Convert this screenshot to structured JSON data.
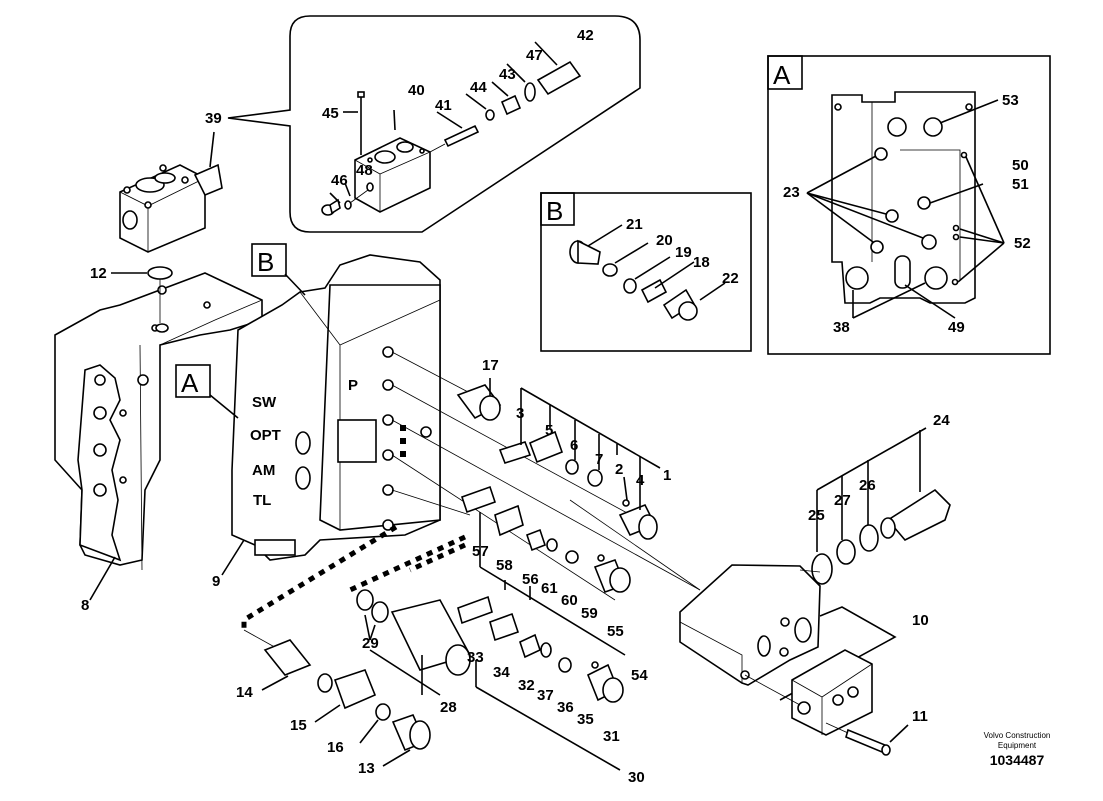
{
  "diagram": {
    "title": "Control valve exploded parts view",
    "detail_boxes": [
      {
        "id": "A",
        "letter": "A"
      },
      {
        "id": "B",
        "letter": "B"
      }
    ],
    "callout_letters": {
      "main_A": "A",
      "main_B": "B"
    },
    "port_markings": [
      "SW",
      "OPT",
      "AM",
      "TL",
      "P"
    ],
    "part_labels": {
      "p1": "1",
      "p2": "2",
      "p3": "3",
      "p4": "4",
      "p5": "5",
      "p6": "6",
      "p7": "7",
      "p8": "8",
      "p9": "9",
      "p10": "10",
      "p11": "11",
      "p12": "12",
      "p13": "13",
      "p14": "14",
      "p15": "15",
      "p16": "16",
      "p17": "17",
      "p18": "18",
      "p19": "19",
      "p20": "20",
      "p21": "21",
      "p22": "22",
      "p23": "23",
      "p24": "24",
      "p25": "25",
      "p26": "26",
      "p27": "27",
      "p28": "28",
      "p29": "29",
      "p30": "30",
      "p31": "31",
      "p32": "32",
      "p33": "33",
      "p34": "34",
      "p35": "35",
      "p36": "36",
      "p37": "37",
      "p38": "38",
      "p39": "39",
      "p40": "40",
      "p41": "41",
      "p42": "42",
      "p43": "43",
      "p44": "44",
      "p45": "45",
      "p46": "46",
      "p47": "47",
      "p48": "48",
      "p49": "49",
      "p50": "50",
      "p51": "51",
      "p52": "52",
      "p53": "53",
      "p54": "54",
      "p55": "55",
      "p56": "56",
      "p57": "57",
      "p58": "58",
      "p59": "59",
      "p60": "60",
      "p61": "61"
    }
  },
  "footer": {
    "company_line1": "Volvo Construction",
    "company_line2": "Equipment",
    "drawing_number": "1034487"
  }
}
